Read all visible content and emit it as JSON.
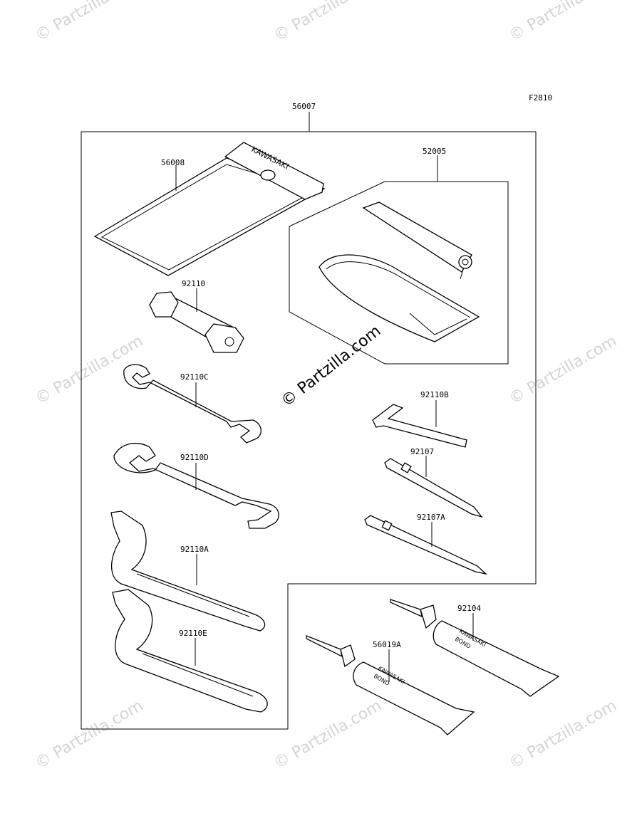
{
  "figure_code": "F2810",
  "watermark_text": "© Partzilla.com",
  "center_watermark": "© Partzilla.com",
  "brand_text": "KAWASAKI",
  "bond_text": "BOND",
  "parts": {
    "p56007": "56007",
    "p56008": "56008",
    "p52005": "52005",
    "p92110": "92110",
    "p92110C": "92110C",
    "p92110D": "92110D",
    "p92110A": "92110A",
    "p92110E": "92110E",
    "p92110B": "92110B",
    "p92107": "92107",
    "p92107A": "92107A",
    "p92104": "92104",
    "p56019A": "56019A"
  }
}
